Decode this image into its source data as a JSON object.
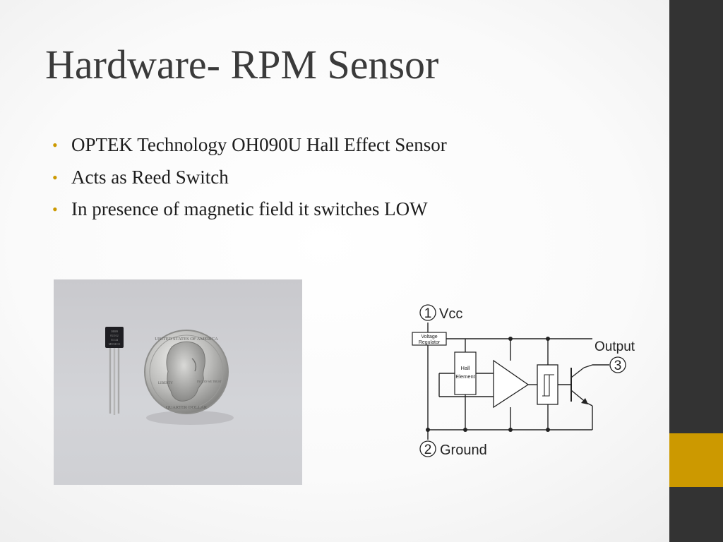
{
  "slide": {
    "title": "Hardware- RPM Sensor",
    "bullets": [
      "OPTEK Technology OH090U Hall Effect Sensor",
      "Acts as Reed Switch",
      "In presence of magnetic field it switches LOW"
    ],
    "bullet_glyph": "•"
  },
  "photo": {
    "chip_lines": [
      "OH09",
      "0U102",
      "51144",
      "MEXICO"
    ],
    "coin_top_text": "UNITED STATES OF AMERICA",
    "coin_bottom_text": "QUARTER DOLLAR",
    "coin_left_text": "LIBERTY",
    "coin_right_text": "IN GOD WE TRUST"
  },
  "diagram": {
    "pin1_number": "1",
    "pin1_label": "Vcc",
    "pin2_number": "2",
    "pin2_label": "Ground",
    "pin3_number": "3",
    "pin3_label": "Output",
    "regulator_line1": "Voltage",
    "regulator_line2": "Regulator",
    "hall_line1": "Hall",
    "hall_line2": "Element"
  },
  "colors": {
    "accent": "#cc9900",
    "sidebar": "#333333",
    "title": "#3a3a3a",
    "body_text": "#1d1d1d"
  }
}
